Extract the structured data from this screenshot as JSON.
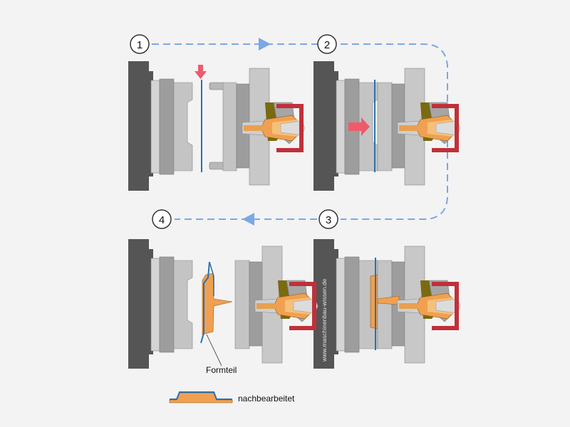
{
  "steps": [
    {
      "number": "1"
    },
    {
      "number": "2"
    },
    {
      "number": "3"
    },
    {
      "number": "4"
    }
  ],
  "labels": {
    "watermark": "www.maschinenbau-wissen.de",
    "formteil": "Formteil",
    "nachbearbeitet": "nachbearbeitet"
  },
  "colors": {
    "background": "#f3f3f3",
    "platen": "#555555",
    "mold_plate": "#bcbcbc",
    "mold_plate_dark": "#9d9d9d",
    "film": "#2a6fb0",
    "melt": "#f0a050",
    "heater": "#c0303a",
    "nozzle_insulation": "#7a6a10",
    "flow_arrow": "#7ba7e6",
    "motion_arrow": "#ee5b6c"
  },
  "icons": {
    "flow_arrows": "arrowhead-icon",
    "motion_arrows": "block-arrow-icon"
  }
}
